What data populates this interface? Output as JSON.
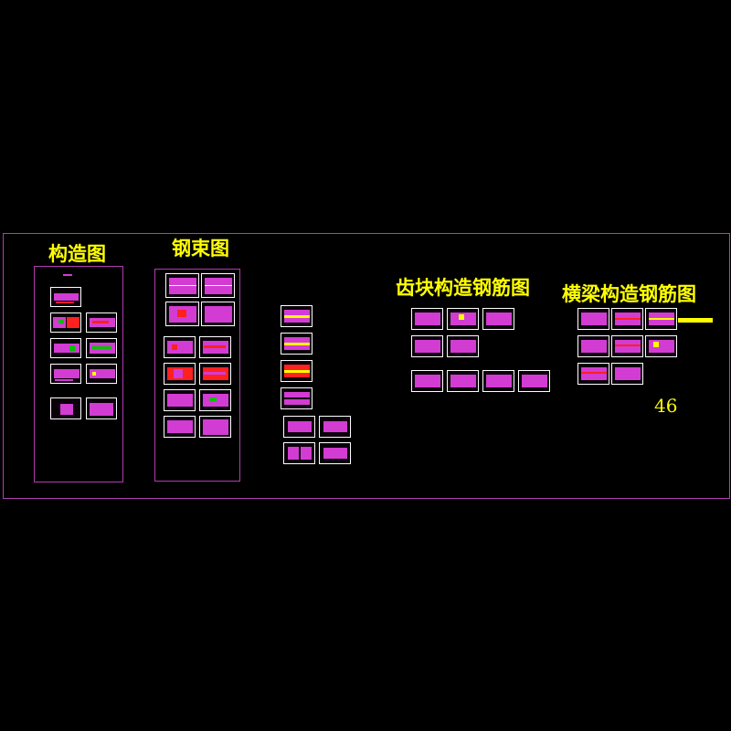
{
  "labels": {
    "group1": "构造图",
    "group2": "钢束图",
    "group3": "齿块构造钢筋图",
    "group4": "横梁构造钢筋图",
    "sheet_count": "46"
  },
  "colors": {
    "frame": "#b23cb2",
    "label": "#ffff00",
    "sheet_fill": "#d23cd2",
    "accent_red": "#ff2020",
    "accent_green": "#00c000",
    "accent_yellow": "#ffff00"
  }
}
